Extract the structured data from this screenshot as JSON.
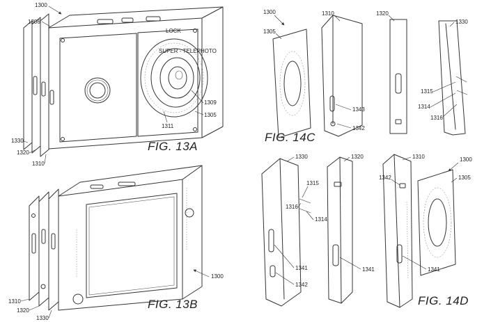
{
  "figures": {
    "fig13a": {
      "caption": "FIG. 13A",
      "refs": {
        "r1300": "1300",
        "r1306": "1306",
        "r1309": "1309",
        "r1305": "1305",
        "r1311": "1311",
        "r1330": "1330",
        "r1320": "1320",
        "r1310": "1310"
      },
      "lens_text": {
        "lock": "LOCK",
        "ring": "SUPER - TELEPHOTO"
      }
    },
    "fig13b": {
      "caption": "FIG. 13B",
      "refs": {
        "r1300": "1300",
        "r1310": "1310",
        "r1320": "1320",
        "r1330": "1330"
      }
    },
    "fig14c": {
      "caption": "FIG. 14C",
      "refs": {
        "r1300": "1300",
        "r1305": "1305",
        "r1310": "1310",
        "r1320": "1320",
        "r1330": "1330",
        "r1343": "1343",
        "r1342": "1342",
        "r1315": "1315",
        "r1314": "1314",
        "r1316": "1316"
      }
    },
    "fig14d": {
      "caption": "FIG. 14D",
      "refs": {
        "r1330": "1330",
        "r1320": "1320",
        "r1310": "1310",
        "r1300": "1300",
        "r1305": "1305",
        "r1342a": "1342",
        "r1315": "1315",
        "r1316": "1316",
        "r1314": "1314",
        "r1341a": "1341",
        "r1342b": "1342",
        "r1341b": "1341",
        "r1341c": "1341"
      }
    }
  }
}
